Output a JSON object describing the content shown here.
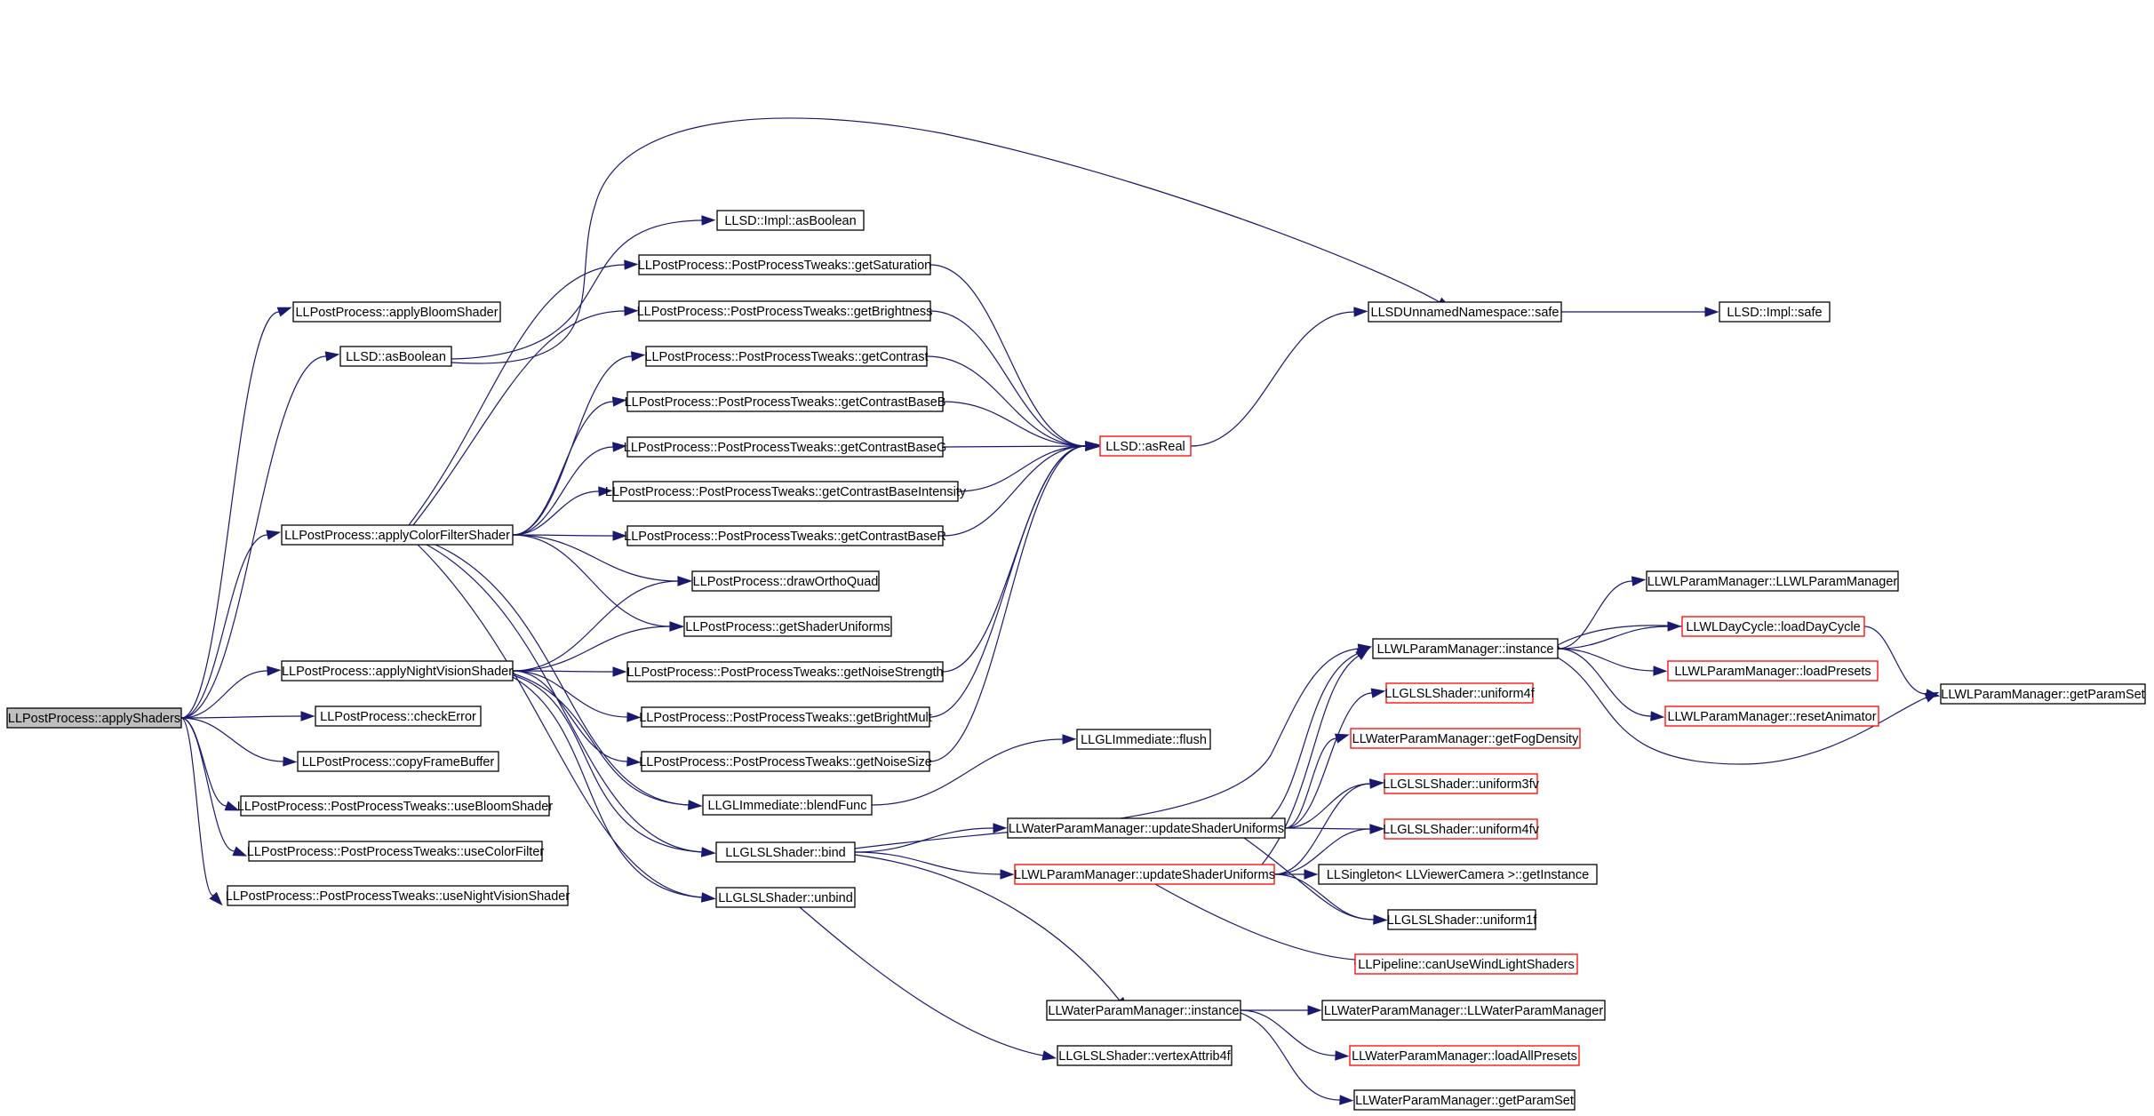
{
  "graph": {
    "colors": {
      "edge": "#191970",
      "node_border": "#000000",
      "truncated_border": "#ff0000",
      "root_fill": "#bfbfbf"
    },
    "nodes": [
      {
        "id": "applyShaders",
        "label": "LLPostProcess::applyShaders",
        "root": true
      },
      {
        "id": "applyBloomShader",
        "label": "LLPostProcess::applyBloomShader"
      },
      {
        "id": "sdAsBoolean",
        "label": "LLSD::asBoolean"
      },
      {
        "id": "applyColorFilterShader",
        "label": "LLPostProcess::applyColorFilterShader"
      },
      {
        "id": "applyNightVisionShader",
        "label": "LLPostProcess::applyNightVisionShader"
      },
      {
        "id": "checkError",
        "label": "LLPostProcess::checkError"
      },
      {
        "id": "copyFrameBuffer",
        "label": "LLPostProcess::copyFrameBuffer"
      },
      {
        "id": "useBloomShader",
        "label": "LLPostProcess::PostProcessTweaks::useBloomShader"
      },
      {
        "id": "useColorFilter",
        "label": "LLPostProcess::PostProcessTweaks::useColorFilter"
      },
      {
        "id": "useNightVisionShader",
        "label": "LLPostProcess::PostProcessTweaks::useNightVisionShader"
      },
      {
        "id": "implAsBoolean",
        "label": "LLSD::Impl::asBoolean"
      },
      {
        "id": "getSaturation",
        "label": "LLPostProcess::PostProcessTweaks::getSaturation"
      },
      {
        "id": "getBrightness",
        "label": "LLPostProcess::PostProcessTweaks::getBrightness"
      },
      {
        "id": "getContrast",
        "label": "LLPostProcess::PostProcessTweaks::getContrast"
      },
      {
        "id": "getContrastBaseB",
        "label": "LLPostProcess::PostProcessTweaks::getContrastBaseB"
      },
      {
        "id": "getContrastBaseG",
        "label": "LLPostProcess::PostProcessTweaks::getContrastBaseG"
      },
      {
        "id": "getContrastBaseIntensity",
        "label": "LLPostProcess::PostProcessTweaks::getContrastBaseIntensity"
      },
      {
        "id": "getContrastBaseR",
        "label": "LLPostProcess::PostProcessTweaks::getContrastBaseR"
      },
      {
        "id": "drawOrthoQuad",
        "label": "LLPostProcess::drawOrthoQuad"
      },
      {
        "id": "getShaderUniforms",
        "label": "LLPostProcess::getShaderUniforms"
      },
      {
        "id": "getNoiseStrength",
        "label": "LLPostProcess::PostProcessTweaks::getNoiseStrength"
      },
      {
        "id": "getBrightMult",
        "label": "LLPostProcess::PostProcessTweaks::getBrightMult"
      },
      {
        "id": "getNoiseSize",
        "label": "LLPostProcess::PostProcessTweaks::getNoiseSize"
      },
      {
        "id": "blendFunc",
        "label": "LLGLImmediate::blendFunc"
      },
      {
        "id": "shaderBind",
        "label": "LLGLSLShader::bind"
      },
      {
        "id": "shaderUnbind",
        "label": "LLGLSLShader::unbind"
      },
      {
        "id": "safe",
        "label": "LLSDUnnamedNamespace::safe"
      },
      {
        "id": "implSafe",
        "label": "LLSD::Impl::safe"
      },
      {
        "id": "asReal",
        "label": "LLSD::asReal",
        "truncated": true
      },
      {
        "id": "flush",
        "label": "LLGLImmediate::flush"
      },
      {
        "id": "waterUpdate",
        "label": "LLWaterParamManager::updateShaderUniforms"
      },
      {
        "id": "wlUpdate",
        "label": "LLWLParamManager::updateShaderUniforms",
        "truncated": true
      },
      {
        "id": "waterInstance",
        "label": "LLWaterParamManager::instance"
      },
      {
        "id": "vertexAttrib4f",
        "label": "LLGLSLShader::vertexAttrib4f"
      },
      {
        "id": "wlInstance",
        "label": "LLWLParamManager::instance"
      },
      {
        "id": "uniform4f",
        "label": "LLGLSLShader::uniform4f",
        "truncated": true
      },
      {
        "id": "getFogDensity",
        "label": "LLWaterParamManager::getFogDensity",
        "truncated": true
      },
      {
        "id": "uniform3fv",
        "label": "LLGLSLShader::uniform3fv",
        "truncated": true
      },
      {
        "id": "uniform4fv",
        "label": "LLGLSLShader::uniform4fv",
        "truncated": true
      },
      {
        "id": "getInstance",
        "label": "LLSingleton< LLViewerCamera >::getInstance"
      },
      {
        "id": "uniform1f",
        "label": "LLGLSLShader::uniform1f"
      },
      {
        "id": "canUseWindLight",
        "label": "LLPipeline::canUseWindLightShaders",
        "truncated": true
      },
      {
        "id": "waterCtor",
        "label": "LLWaterParamManager::LLWaterParamManager"
      },
      {
        "id": "loadAllPresets",
        "label": "LLWaterParamManager::loadAllPresets",
        "truncated": true
      },
      {
        "id": "waterGetParamSet",
        "label": "LLWaterParamManager::getParamSet"
      },
      {
        "id": "wlCtor",
        "label": "LLWLParamManager::LLWLParamManager"
      },
      {
        "id": "loadDayCycle",
        "label": "LLWLDayCycle::loadDayCycle",
        "truncated": true
      },
      {
        "id": "loadPresets",
        "label": "LLWLParamManager::loadPresets",
        "truncated": true
      },
      {
        "id": "resetAnimator",
        "label": "LLWLParamManager::resetAnimator",
        "truncated": true
      },
      {
        "id": "wlGetParamSet",
        "label": "LLWLParamManager::getParamSet"
      }
    ],
    "edges": [
      [
        "applyShaders",
        "applyBloomShader"
      ],
      [
        "applyShaders",
        "sdAsBoolean"
      ],
      [
        "applyShaders",
        "applyColorFilterShader"
      ],
      [
        "applyShaders",
        "applyNightVisionShader"
      ],
      [
        "applyShaders",
        "checkError"
      ],
      [
        "applyShaders",
        "copyFrameBuffer"
      ],
      [
        "applyShaders",
        "useBloomShader"
      ],
      [
        "applyShaders",
        "useColorFilter"
      ],
      [
        "applyShaders",
        "useNightVisionShader"
      ],
      [
        "sdAsBoolean",
        "implAsBoolean"
      ],
      [
        "sdAsBoolean",
        "safe"
      ],
      [
        "applyColorFilterShader",
        "getSaturation"
      ],
      [
        "applyColorFilterShader",
        "getBrightness"
      ],
      [
        "applyColorFilterShader",
        "getContrast"
      ],
      [
        "applyColorFilterShader",
        "getContrastBaseB"
      ],
      [
        "applyColorFilterShader",
        "getContrastBaseG"
      ],
      [
        "applyColorFilterShader",
        "getContrastBaseIntensity"
      ],
      [
        "applyColorFilterShader",
        "getContrastBaseR"
      ],
      [
        "applyColorFilterShader",
        "drawOrthoQuad"
      ],
      [
        "applyColorFilterShader",
        "getShaderUniforms"
      ],
      [
        "applyColorFilterShader",
        "blendFunc"
      ],
      [
        "applyColorFilterShader",
        "shaderBind"
      ],
      [
        "applyColorFilterShader",
        "shaderUnbind"
      ],
      [
        "applyNightVisionShader",
        "drawOrthoQuad"
      ],
      [
        "applyNightVisionShader",
        "getShaderUniforms"
      ],
      [
        "applyNightVisionShader",
        "getNoiseStrength"
      ],
      [
        "applyNightVisionShader",
        "getBrightMult"
      ],
      [
        "applyNightVisionShader",
        "getNoiseSize"
      ],
      [
        "applyNightVisionShader",
        "blendFunc"
      ],
      [
        "applyNightVisionShader",
        "shaderBind"
      ],
      [
        "applyNightVisionShader",
        "shaderUnbind"
      ],
      [
        "getSaturation",
        "asReal"
      ],
      [
        "getBrightness",
        "asReal"
      ],
      [
        "getContrast",
        "asReal"
      ],
      [
        "getContrastBaseB",
        "asReal"
      ],
      [
        "getContrastBaseG",
        "asReal"
      ],
      [
        "getContrastBaseIntensity",
        "asReal"
      ],
      [
        "getContrastBaseR",
        "asReal"
      ],
      [
        "getNoiseStrength",
        "asReal"
      ],
      [
        "getBrightMult",
        "asReal"
      ],
      [
        "getNoiseSize",
        "asReal"
      ],
      [
        "asReal",
        "safe"
      ],
      [
        "safe",
        "implSafe"
      ],
      [
        "blendFunc",
        "flush"
      ],
      [
        "shaderBind",
        "waterUpdate"
      ],
      [
        "shaderBind",
        "wlUpdate"
      ],
      [
        "shaderBind",
        "waterInstance"
      ],
      [
        "shaderBind",
        "wlInstance"
      ],
      [
        "shaderUnbind",
        "vertexAttrib4f"
      ],
      [
        "waterUpdate",
        "wlInstance"
      ],
      [
        "waterUpdate",
        "uniform4f"
      ],
      [
        "waterUpdate",
        "getFogDensity"
      ],
      [
        "waterUpdate",
        "uniform3fv"
      ],
      [
        "waterUpdate",
        "uniform4fv"
      ],
      [
        "waterUpdate",
        "uniform1f"
      ],
      [
        "wlUpdate",
        "wlInstance"
      ],
      [
        "wlUpdate",
        "uniform3fv"
      ],
      [
        "wlUpdate",
        "uniform4fv"
      ],
      [
        "wlUpdate",
        "getInstance"
      ],
      [
        "wlUpdate",
        "uniform1f"
      ],
      [
        "wlUpdate",
        "canUseWindLight"
      ],
      [
        "waterInstance",
        "waterCtor"
      ],
      [
        "waterInstance",
        "loadAllPresets"
      ],
      [
        "waterInstance",
        "waterGetParamSet"
      ],
      [
        "wlInstance",
        "wlCtor"
      ],
      [
        "wlInstance",
        "loadDayCycle"
      ],
      [
        "wlInstance",
        "loadPresets"
      ],
      [
        "wlInstance",
        "resetAnimator"
      ],
      [
        "wlInstance",
        "wlGetParamSet"
      ],
      [
        "loadDayCycle",
        "wlInstance"
      ],
      [
        "loadDayCycle",
        "wlGetParamSet"
      ]
    ]
  }
}
